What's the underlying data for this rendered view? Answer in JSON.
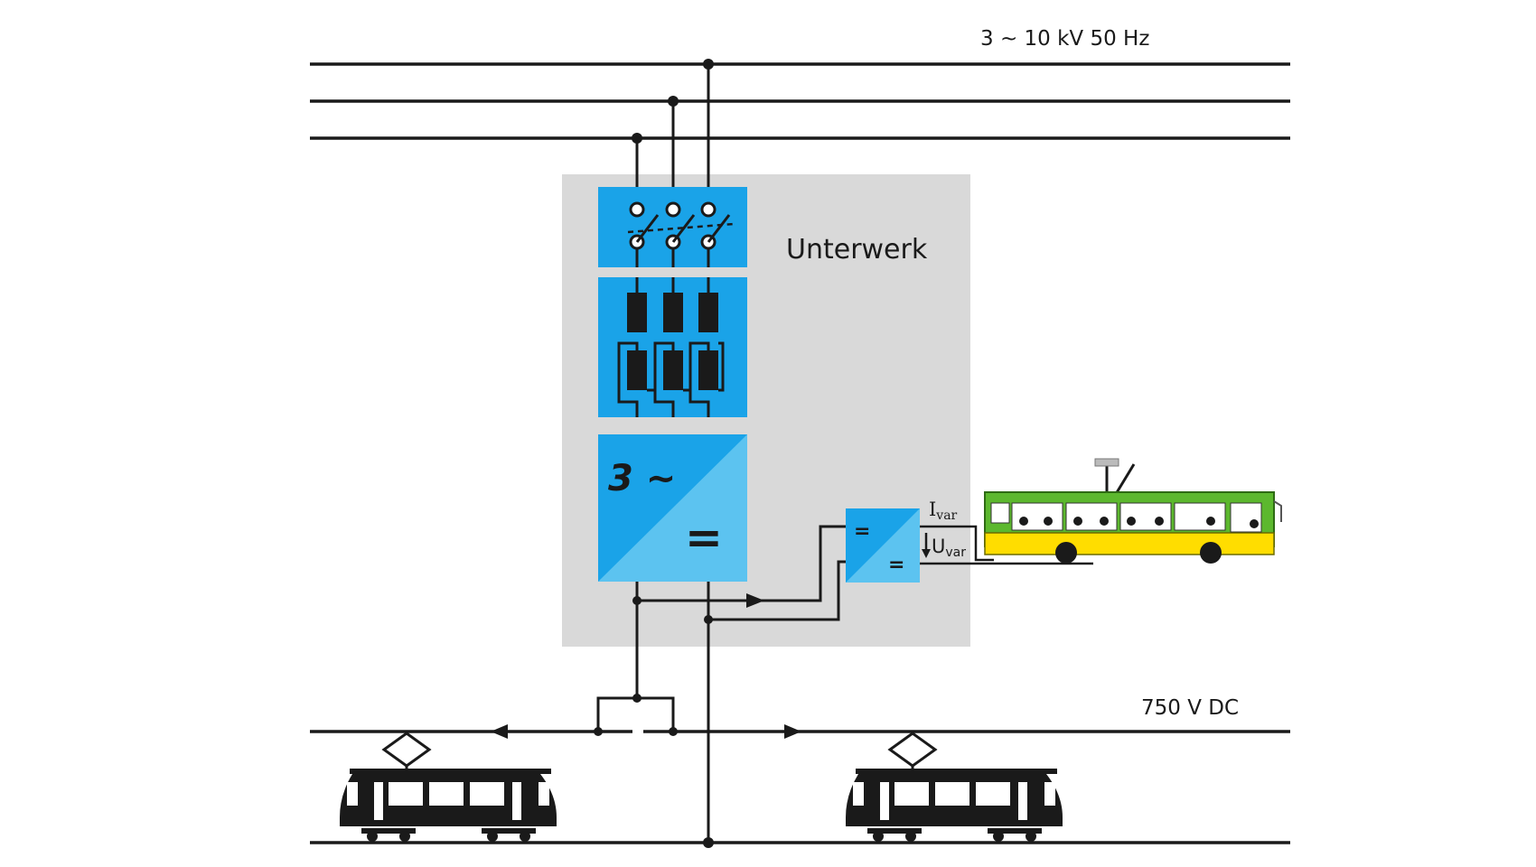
{
  "labels": {
    "supply": "3 ~ 10 kV  50 Hz",
    "substation": "Unterwerk",
    "dc_voltage": "750 V DC",
    "rectifier_ac": "3 ~",
    "rectifier_dc": "=",
    "dcdc_in": "=",
    "dcdc_out": "=",
    "current_main": "I",
    "current_sub": "var",
    "voltage_main": "U",
    "voltage_sub": "var"
  },
  "colors": {
    "line": "#1a1a1a",
    "substation_bg": "#d9d9d9",
    "module_blue": "#1aa3e8",
    "module_light": "#5cc3f0",
    "bus_green": "#5cb82e",
    "bus_yellow": "#ffdd00",
    "tram_black": "#1a1a1a"
  }
}
